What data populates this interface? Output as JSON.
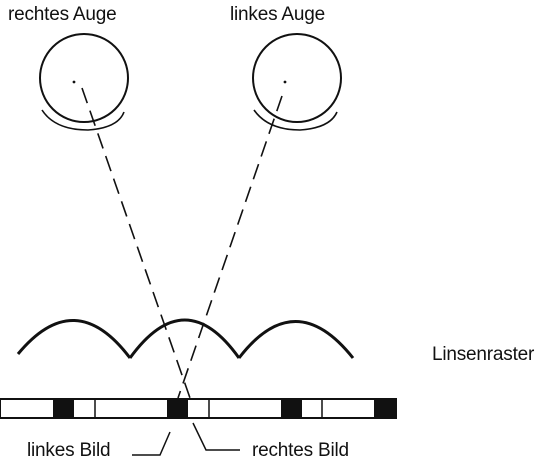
{
  "labels": {
    "right_eye": "rechtes Auge",
    "left_eye": "linkes Auge",
    "lenticular_screen": "Linsenraster",
    "left_image": "linkes Bild",
    "right_image": "rechtes Bild"
  },
  "colors": {
    "ink": "#111111",
    "background": "#ffffff"
  }
}
